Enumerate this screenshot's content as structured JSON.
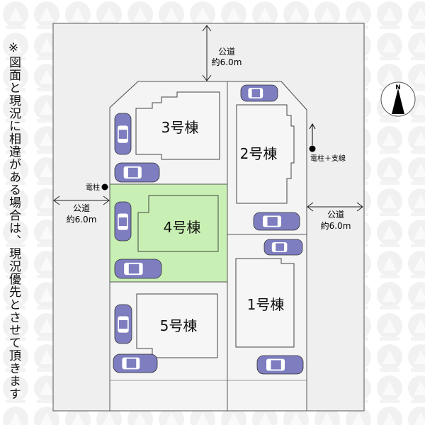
{
  "note": "※図面と現況に相違がある場合は、現況優先とさせて頂きます",
  "roads": {
    "top": {
      "name": "公道",
      "width": "約6.0m"
    },
    "left": {
      "name": "公道",
      "width": "約6.0m"
    },
    "right": {
      "name": "公道",
      "width": "約6.0m"
    }
  },
  "poles": {
    "left": "電柱",
    "right": "電柱＋支線"
  },
  "compass": {
    "label": "N"
  },
  "lots": {
    "lot1": "1号棟",
    "lot2": "2号棟",
    "lot3": "3号棟",
    "lot4": "4号棟",
    "lot5": "5号棟"
  },
  "colors": {
    "road": "#efefef",
    "highlight": "#c9f0b4",
    "car": "#7d7dc0",
    "line": "#555555"
  }
}
